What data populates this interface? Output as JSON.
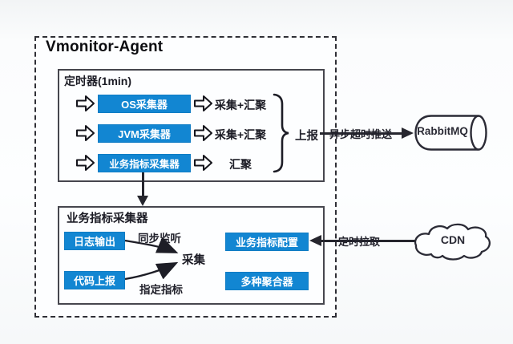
{
  "page": {
    "accent_blue": "#1286d2",
    "line_color": "#26262e",
    "background": "#fdfeff"
  },
  "agent": {
    "title": "Vmonitor-Agent",
    "timer_box": {
      "title": "定时器(1min)",
      "rows": [
        {
          "collector": "OS采集器",
          "result": "采集+汇聚"
        },
        {
          "collector": "JVM采集器",
          "result": "采集+汇聚"
        },
        {
          "collector": "业务指标采集器",
          "result": "汇聚"
        }
      ],
      "report_label": "上报"
    },
    "metric_box": {
      "title": "业务指标采集器",
      "sources": [
        {
          "label": "日志输出"
        },
        {
          "label": "代码上报"
        }
      ],
      "edge_labels": {
        "sync": "同步监听",
        "specify": "指定指标"
      },
      "collect_label": "采集",
      "components": [
        {
          "label": "业务指标配置"
        },
        {
          "label": "多种聚合器"
        }
      ]
    }
  },
  "external": {
    "push_label": "异步超时推送",
    "queue_label": "RabbitMQ",
    "pull_label": "定时拉取",
    "cdn_label": "CDN"
  }
}
